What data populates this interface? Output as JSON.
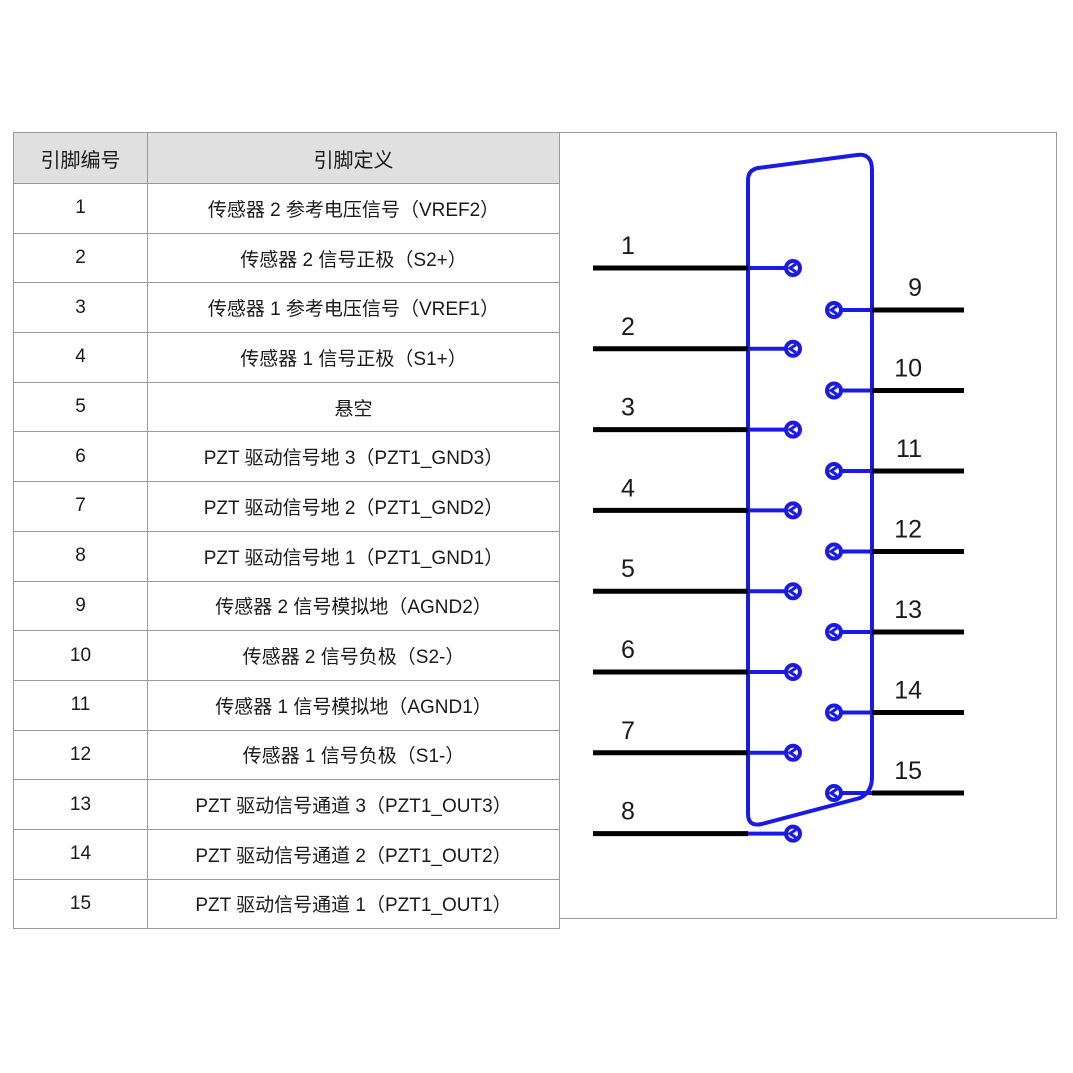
{
  "table": {
    "headers": [
      "引脚编号",
      "引脚定义"
    ],
    "rows": [
      {
        "no": "1",
        "def": "传感器 2 参考电压信号（VREF2）"
      },
      {
        "no": "2",
        "def": "传感器 2 信号正极（S2+）"
      },
      {
        "no": "3",
        "def": "传感器 1 参考电压信号（VREF1）"
      },
      {
        "no": "4",
        "def": "传感器 1 信号正极（S1+）"
      },
      {
        "no": "5",
        "def": "悬空"
      },
      {
        "no": "6",
        "def": "PZT 驱动信号地 3（PZT1_GND3）"
      },
      {
        "no": "7",
        "def": "PZT 驱动信号地 2（PZT1_GND2）"
      },
      {
        "no": "8",
        "def": "PZT 驱动信号地 1（PZT1_GND1）"
      },
      {
        "no": "9",
        "def": "传感器 2 信号模拟地（AGND2）"
      },
      {
        "no": "10",
        "def": "传感器 2 信号负极（S2-）"
      },
      {
        "no": "11",
        "def": "传感器 1 信号模拟地（AGND1）"
      },
      {
        "no": "12",
        "def": "传感器 1 信号负极（S1-）"
      },
      {
        "no": "13",
        "def": "PZT 驱动信号通道 3（PZT1_OUT3）"
      },
      {
        "no": "14",
        "def": "PZT 驱动信号通道 2（PZT1_OUT2）"
      },
      {
        "no": "15",
        "def": "PZT 驱动信号通道 1（PZT1_OUT1）"
      }
    ]
  },
  "diagram": {
    "connector_color": "#1a1ae6",
    "leader_color": "#000000",
    "left_pins": [
      "1",
      "2",
      "3",
      "4",
      "5",
      "6",
      "7",
      "8"
    ],
    "right_pins": [
      "9",
      "10",
      "11",
      "12",
      "13",
      "14",
      "15"
    ]
  }
}
